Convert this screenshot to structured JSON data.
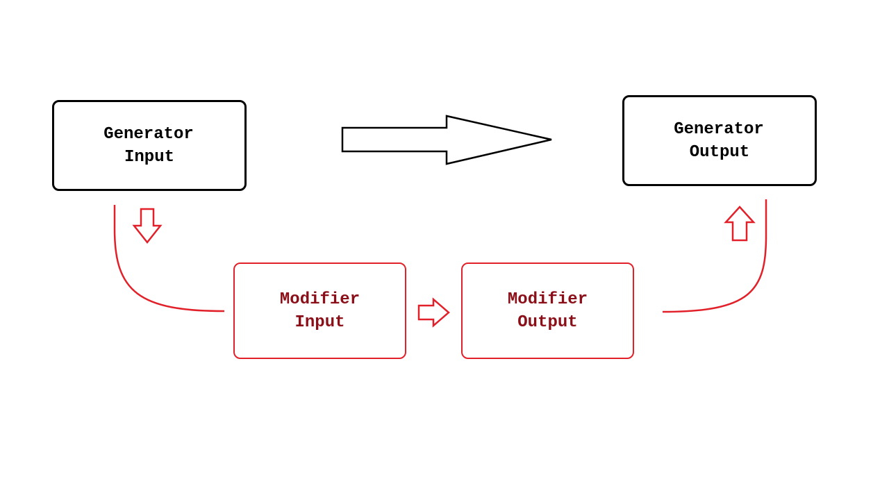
{
  "diagram": {
    "generator_input": {
      "line1": "Generator",
      "line2": "Input"
    },
    "generator_output": {
      "line1": "Generator",
      "line2": "Output"
    },
    "modifier_input": {
      "line1": "Modifier",
      "line2": "Input"
    },
    "modifier_output": {
      "line1": "Modifier",
      "line2": "Output"
    }
  },
  "colors": {
    "generator": "#000000",
    "modifier_border": "#e2202a",
    "modifier_text": "#8b0f18"
  }
}
